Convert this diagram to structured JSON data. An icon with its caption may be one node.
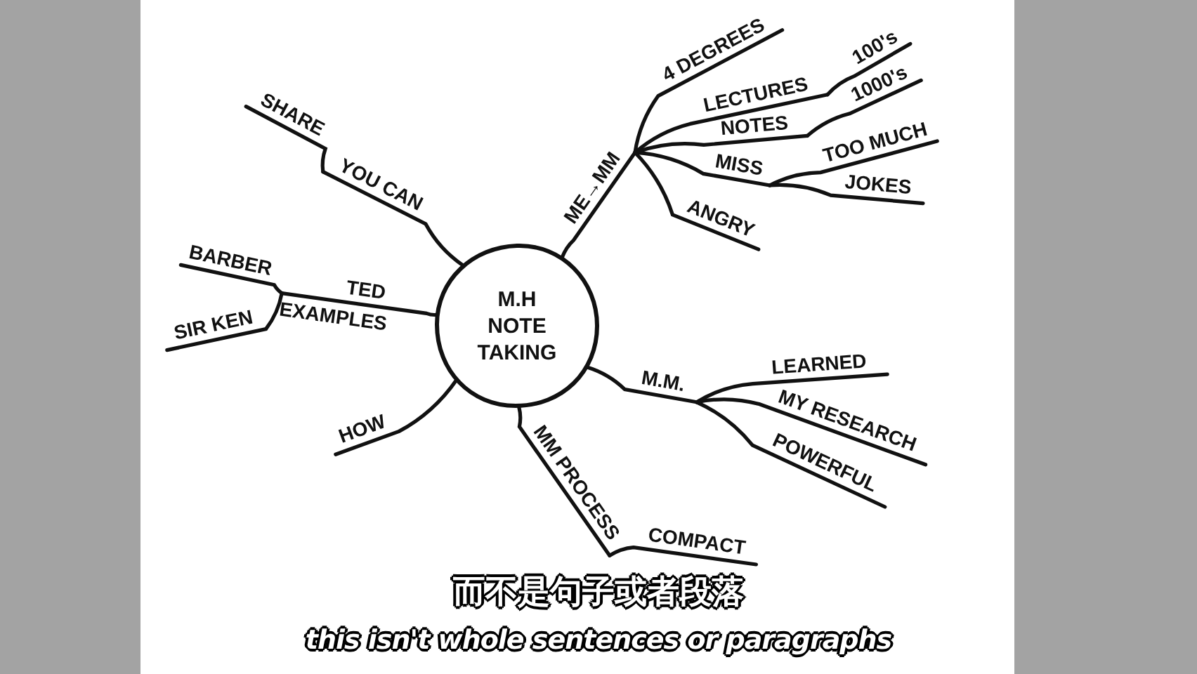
{
  "diagram": {
    "nodes": [
      {
        "text": [
          "M.H NOTE TAKING"
        ]
      },
      {
        "text": [
          "SHARE"
        ]
      },
      {
        "text": [
          "YOU CAN"
        ]
      },
      {
        "text": [
          "TED",
          "EXAMPLES"
        ]
      },
      {
        "text": [
          "BARBER"
        ]
      },
      {
        "text": [
          "SIR KEN"
        ]
      },
      {
        "text": [
          "HOW"
        ]
      },
      {
        "text": [
          "MM PROCESS"
        ]
      },
      {
        "text": [
          "COMPACT"
        ]
      },
      {
        "text": [
          "ME→MM"
        ]
      },
      {
        "text": [
          "4 DEGREES"
        ]
      },
      {
        "text": [
          "LECTURES"
        ]
      },
      {
        "text": [
          "100's"
        ]
      },
      {
        "text": [
          "NOTES"
        ]
      },
      {
        "text": [
          "1000's"
        ]
      },
      {
        "text": [
          "MISS"
        ]
      },
      {
        "text": [
          "TOO MUCH"
        ]
      },
      {
        "text": [
          "JOKES"
        ]
      },
      {
        "text": [
          "ANGRY"
        ]
      },
      {
        "text": [
          "M.M."
        ]
      },
      {
        "text": [
          "LEARNED"
        ]
      },
      {
        "text": [
          "MY RESEARCH"
        ]
      },
      {
        "text": [
          "POWERFUL"
        ]
      }
    ],
    "edges": [
      {
        "from": 0,
        "to": 2,
        "arrow": "none"
      },
      {
        "from": 2,
        "to": 1,
        "arrow": "none"
      },
      {
        "from": 0,
        "to": 3,
        "arrow": "none"
      },
      {
        "from": 3,
        "to": 4,
        "arrow": "none"
      },
      {
        "from": 3,
        "to": 5,
        "arrow": "none"
      },
      {
        "from": 0,
        "to": 6,
        "arrow": "none"
      },
      {
        "from": 0,
        "to": 7,
        "arrow": "none"
      },
      {
        "from": 7,
        "to": 8,
        "arrow": "none"
      },
      {
        "from": 0,
        "to": 9,
        "arrow": "none"
      },
      {
        "from": 9,
        "to": 10,
        "arrow": "none"
      },
      {
        "from": 9,
        "to": 11,
        "arrow": "none"
      },
      {
        "from": 11,
        "to": 12,
        "arrow": "none"
      },
      {
        "from": 9,
        "to": 13,
        "arrow": "none"
      },
      {
        "from": 13,
        "to": 14,
        "arrow": "none"
      },
      {
        "from": 9,
        "to": 15,
        "arrow": "none"
      },
      {
        "from": 15,
        "to": 16,
        "arrow": "none"
      },
      {
        "from": 15,
        "to": 17,
        "arrow": "none"
      },
      {
        "from": 9,
        "to": 18,
        "arrow": "none"
      },
      {
        "from": 0,
        "to": 19,
        "arrow": "none"
      },
      {
        "from": 19,
        "to": 20,
        "arrow": "none"
      },
      {
        "from": 19,
        "to": 21,
        "arrow": "none"
      },
      {
        "from": 19,
        "to": 22,
        "arrow": "none"
      }
    ],
    "labels": [
      "而不是句子或者段落",
      "this isn't whole sentences or paragraphs"
    ]
  }
}
